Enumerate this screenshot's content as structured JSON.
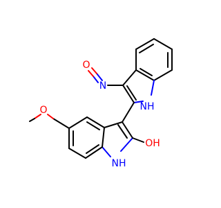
{
  "colors": {
    "background": "#ffffff",
    "bond": "#000000",
    "nitrogen": "#0000ff",
    "oxygen": "#ff0000"
  },
  "atoms": {
    "nitroso_oxygen": "O",
    "nitroso_nitrogen": "N",
    "upper_indole_nh": "NH",
    "lower_indole_nh": "NH",
    "hydroxyl": "OH",
    "methoxy_oxygen": "O"
  }
}
